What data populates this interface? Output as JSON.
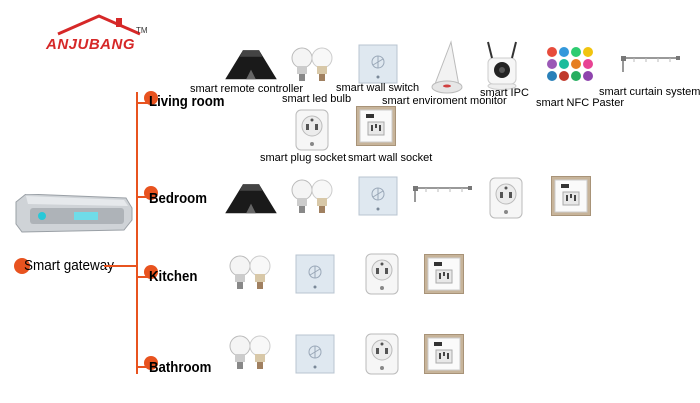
{
  "brand": {
    "name": "ANJUBANG",
    "tm": "TM",
    "accent": "#e8531f"
  },
  "gateway": {
    "label": "Smart gateway"
  },
  "rooms": [
    {
      "label": "Living room"
    },
    {
      "label": "Bedroom"
    },
    {
      "label": "Kitchen"
    },
    {
      "label": "Bathroom"
    }
  ],
  "devices": {
    "remote": "smart remote controller",
    "bulb": "smart led bulb",
    "wall_switch": "smart wall switch",
    "env_monitor": "smart enviroment monitor",
    "ipc": "smart IPC",
    "nfc": "smart NFC Paster",
    "curtain": "smart curtain system",
    "plug": "smart plug socket",
    "wall_socket": "smart wall socket"
  }
}
